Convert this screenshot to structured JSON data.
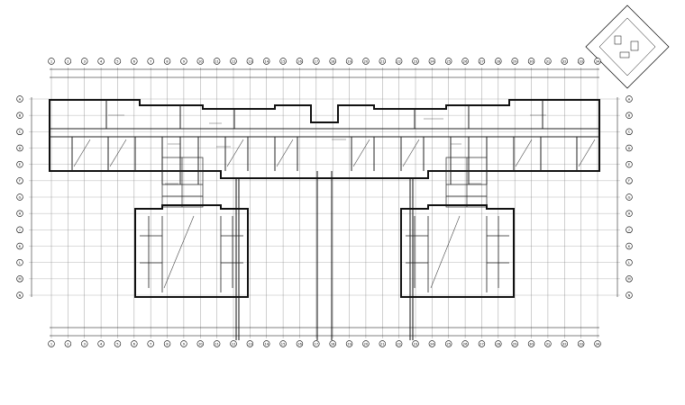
{
  "drawing": {
    "title": "",
    "scale": "",
    "top_axis_labels": [
      "1",
      "2",
      "3",
      "4",
      "5",
      "6",
      "7",
      "8",
      "9",
      "10",
      "11",
      "12",
      "13",
      "14",
      "15",
      "16",
      "17",
      "18",
      "19",
      "20",
      "21",
      "22",
      "23",
      "24",
      "25",
      "26",
      "27",
      "28",
      "29",
      "30",
      "31",
      "32",
      "33",
      "34"
    ],
    "side_axis_labels": [
      "A",
      "B",
      "C",
      "D",
      "E",
      "F",
      "G",
      "H",
      "J",
      "K",
      "L",
      "M",
      "N"
    ],
    "colors": {
      "line": "#000000",
      "wall": "#111111",
      "hatch": "#444444",
      "grid": "#888888"
    }
  }
}
